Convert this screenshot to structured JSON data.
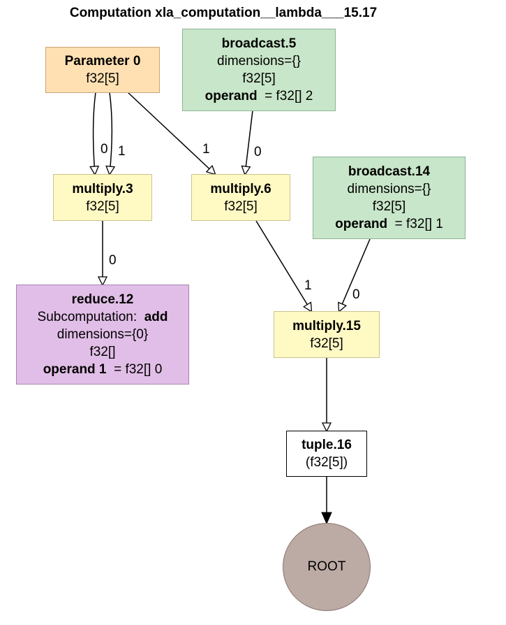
{
  "title": "Computation xla_computation__lambda___15.17",
  "nodes": {
    "param0": {
      "name": "Parameter 0",
      "shape": "f32[5]"
    },
    "broadcast5": {
      "name": "broadcast.5",
      "attr": "dimensions={}",
      "shape": "f32[5]",
      "operand_label": "operand",
      "operand_value": "= f32[] 2"
    },
    "multiply3": {
      "name": "multiply.3",
      "shape": "f32[5]"
    },
    "multiply6": {
      "name": "multiply.6",
      "shape": "f32[5]"
    },
    "broadcast14": {
      "name": "broadcast.14",
      "attr": "dimensions={}",
      "shape": "f32[5]",
      "operand_label": "operand",
      "operand_value": "= f32[] 1"
    },
    "reduce12": {
      "name": "reduce.12",
      "sub_label": "Subcomputation:",
      "sub_value": "add",
      "attr": "dimensions={0}",
      "shape": "f32[]",
      "operand_label": "operand 1",
      "operand_value": "= f32[] 0"
    },
    "multiply15": {
      "name": "multiply.15",
      "shape": "f32[5]"
    },
    "tuple16": {
      "name": "tuple.16",
      "shape": "(f32[5])"
    },
    "root": {
      "name": "ROOT"
    }
  },
  "edges": [
    {
      "from": "Parameter 0",
      "to": "multiply.3",
      "label": "0"
    },
    {
      "from": "Parameter 0",
      "to": "multiply.3",
      "label": "1"
    },
    {
      "from": "Parameter 0",
      "to": "multiply.6",
      "label": "1"
    },
    {
      "from": "broadcast.5",
      "to": "multiply.6",
      "label": "0"
    },
    {
      "from": "multiply.3",
      "to": "reduce.12",
      "label": "0"
    },
    {
      "from": "multiply.6",
      "to": "multiply.15",
      "label": "1"
    },
    {
      "from": "broadcast.14",
      "to": "multiply.15",
      "label": "0"
    },
    {
      "from": "multiply.15",
      "to": "tuple.16",
      "label": ""
    },
    {
      "from": "tuple.16",
      "to": "ROOT",
      "label": ""
    }
  ],
  "colors": {
    "parameter": "#ffe0b2",
    "broadcast": "#c8e6c9",
    "multiply": "#fff9c4",
    "reduce": "#e1bee7",
    "tuple": "#ffffff",
    "root": "#bcaaa4"
  }
}
